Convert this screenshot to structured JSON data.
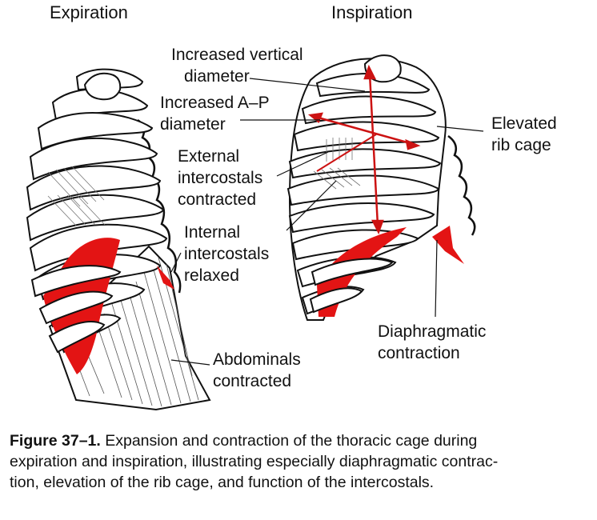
{
  "headings": {
    "left": "Expiration",
    "right": "Inspiration"
  },
  "labels": {
    "increased_vertical": [
      "Increased vertical",
      "diameter"
    ],
    "increased_ap": [
      "Increased A–P",
      "diameter"
    ],
    "external_intercostals": [
      "External",
      "intercostals",
      "contracted"
    ],
    "internal_intercostals": [
      "Internal",
      "intercostals",
      "relaxed"
    ],
    "abdominals": [
      "Abdominals",
      "contracted"
    ],
    "elevated_rib_cage": [
      "Elevated",
      "rib cage"
    ],
    "diaphragmatic": [
      "Diaphragmatic",
      "contraction"
    ]
  },
  "caption": {
    "number": "Figure 37–1.",
    "lines": [
      " Expansion and contraction of the thoracic cage during",
      "expiration and inspiration, illustrating especially diaphragmatic contrac-",
      "tion, elevation of the rib cage, and function of the intercostals."
    ]
  },
  "colors": {
    "muscle_red": "#e31414",
    "outline": "#111111",
    "background": "#ffffff"
  }
}
